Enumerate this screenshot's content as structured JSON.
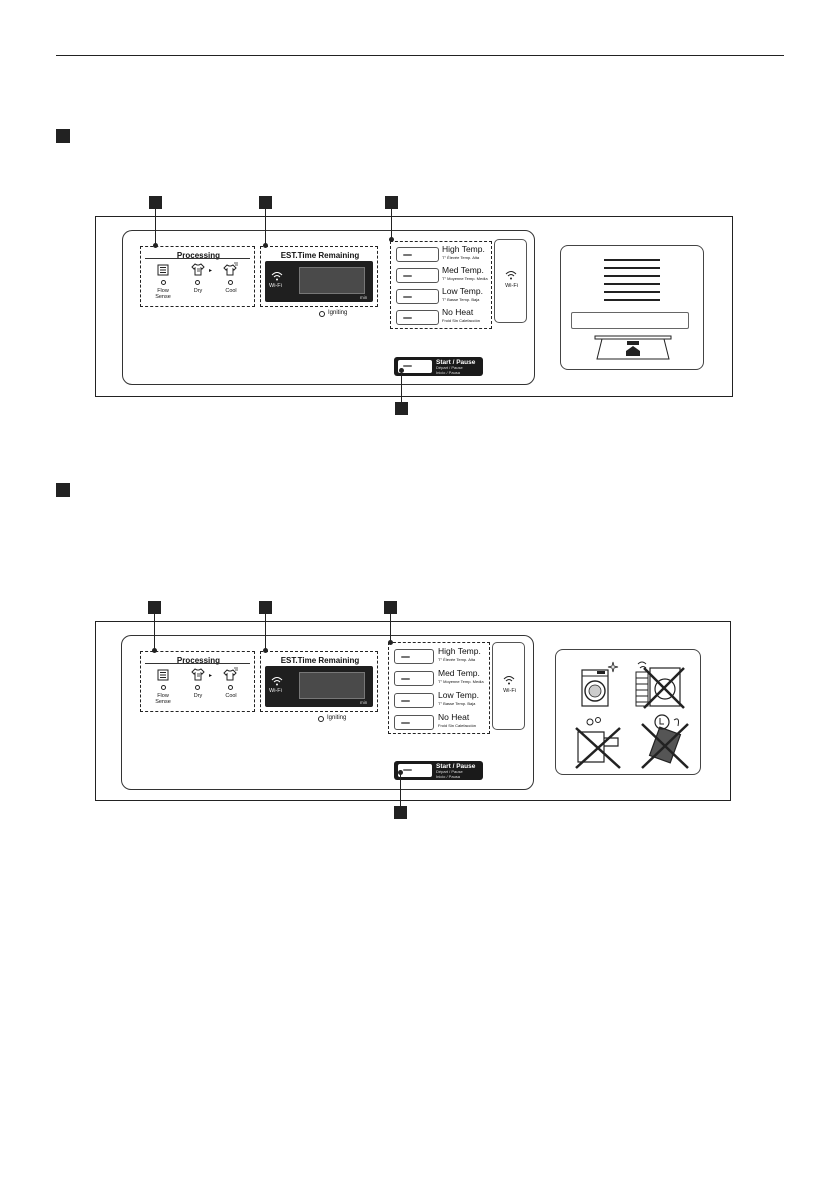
{
  "sections": [
    {
      "processing": {
        "title": "Processing",
        "stages": [
          {
            "label": "Flow\nSense",
            "icon": "lines-icon"
          },
          {
            "label": "Dry",
            "icon": "shirt-icon"
          },
          {
            "label": "Cool",
            "icon": "shirt-fan-icon"
          }
        ]
      },
      "timer": {
        "title": "EST.Time Remaining",
        "wifi_label": "Wi-Fi",
        "unit": "min",
        "igniting": "Igniting"
      },
      "temps": [
        {
          "main": "High Temp.",
          "sub": "T° Élevée  Temp. Alta"
        },
        {
          "main": "Med Temp.",
          "sub": "T° Moyenne  Temp. Media"
        },
        {
          "main": "Low Temp.",
          "sub": "T° Basse  Temp. Baja"
        },
        {
          "main": "No Heat",
          "sub": "Froid  Sin Calefacción"
        }
      ],
      "wifi_button": "Wi-Fi",
      "start": {
        "main": "Start / Pause",
        "sub1": "Départ / Pause",
        "sub2": "Inicio / Pausa"
      },
      "label_kind": "lint-label"
    },
    {
      "processing": {
        "title": "Processing",
        "stages": [
          {
            "label": "Flow\nSense",
            "icon": "lines-icon"
          },
          {
            "label": "Dry",
            "icon": "shirt-icon"
          },
          {
            "label": "Cool",
            "icon": "shirt-fan-icon"
          }
        ]
      },
      "timer": {
        "title": "EST.Time Remaining",
        "wifi_label": "Wi-Fi",
        "unit": "min",
        "igniting": "Igniting"
      },
      "temps": [
        {
          "main": "High Temp.",
          "sub": "T° Élevée  Temp. Alta"
        },
        {
          "main": "Med Temp.",
          "sub": "T° Moyenne  Temp. Media"
        },
        {
          "main": "Low Temp.",
          "sub": "T° Basse  Temp. Baja"
        },
        {
          "main": "No Heat",
          "sub": "Froid  Sin Calefacción"
        }
      ],
      "wifi_button": "Wi-Fi",
      "start": {
        "main": "Start / Pause",
        "sub1": "Départ / Pause",
        "sub2": "Inicio / Pausa"
      },
      "label_kind": "warning-label"
    }
  ],
  "icons": {
    "section_marker": "square-marker-icon",
    "callout_marker": "square-callout-icon",
    "wifi": "wifi-icon"
  }
}
